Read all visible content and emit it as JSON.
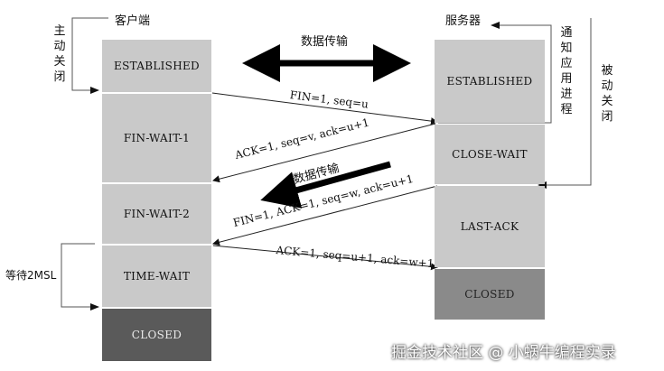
{
  "client": {
    "title": "客户端",
    "side_label": "主动关闭",
    "states": [
      "ESTABLISHED",
      "FIN-WAIT-1",
      "FIN-WAIT-2",
      "TIME-WAIT",
      "CLOSED"
    ],
    "wait_label": "等待2MSL"
  },
  "server": {
    "title": "服务器",
    "notify_label": "通知应用进程",
    "side_label": "被动关闭",
    "states": [
      "ESTABLISHED",
      "CLOSE-WAIT",
      "LAST-ACK",
      "CLOSED"
    ]
  },
  "transfer_label": "数据传输",
  "messages": [
    "FIN=1, seq=u",
    "ACK=1, seq=v, ack=u+1",
    "FIN=1, ACK=1, seq=w, ack=u+1",
    "ACK=1, seq=u+1, ack=w+1"
  ],
  "watermark": "掘金技术社区 @ 小蜗牛编程实录"
}
